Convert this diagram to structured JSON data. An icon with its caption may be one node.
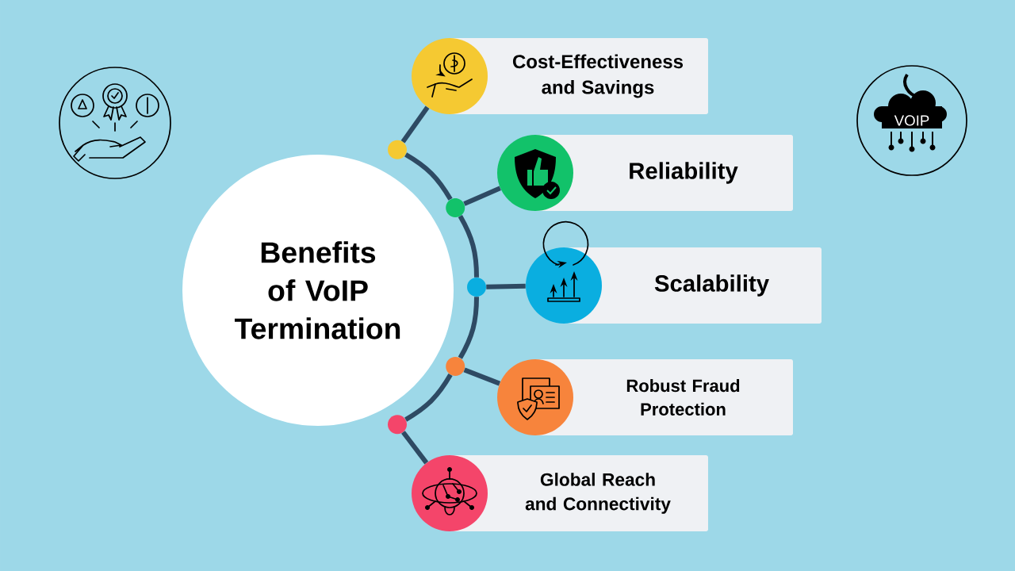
{
  "diagram": {
    "nodes": [
      {
        "text": [
          "Benefits of VoIP Termination"
        ]
      },
      {
        "text": [
          "Cost-Effectiveness and Savings"
        ]
      },
      {
        "text": [
          "Reliability"
        ]
      },
      {
        "text": [
          "Scalability"
        ]
      },
      {
        "text": [
          "Robust Fraud Protection"
        ]
      },
      {
        "text": [
          "Global Reach and Connectivity"
        ]
      },
      {
        "text": [],
        "shape": "circle"
      },
      {
        "text": [],
        "shape": "circle"
      },
      {
        "text": [],
        "shape": "circle"
      },
      {
        "text": [],
        "shape": "circle"
      },
      {
        "text": [],
        "shape": "circle"
      },
      {
        "text": [],
        "shape": "circle"
      },
      {
        "text": [],
        "shape": "circle"
      },
      {
        "text": [],
        "shape": "circle"
      },
      {
        "text": [],
        "shape": "circle"
      },
      {
        "text": [],
        "shape": "circle"
      }
    ],
    "edges": [
      {
        "from": 11,
        "to": 6,
        "arrow": "none"
      },
      {
        "from": 12,
        "to": 7,
        "arrow": "none"
      },
      {
        "from": 13,
        "to": 8,
        "arrow": "none"
      },
      {
        "from": 14,
        "to": 9,
        "arrow": "none"
      },
      {
        "from": 15,
        "to": 10,
        "arrow": "none"
      },
      {
        "from": 11,
        "to": 12,
        "arrow": "none"
      },
      {
        "from": 12,
        "to": 13,
        "arrow": "none"
      },
      {
        "from": 13,
        "to": 14,
        "arrow": "none"
      },
      {
        "from": 14,
        "to": 15,
        "arrow": "none"
      }
    ],
    "labels": [
      "VOIP"
    ]
  }
}
